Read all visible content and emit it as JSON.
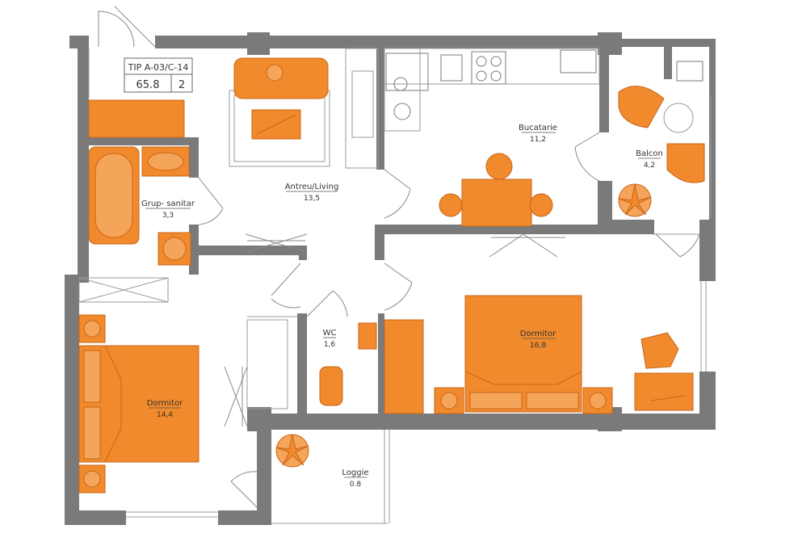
{
  "apartment": {
    "type_code": "TIP A-03/C-14",
    "total_area": "65.8",
    "room_count": "2"
  },
  "rooms": {
    "bathroom": {
      "name": "Grup- sanitar",
      "area": "3,3"
    },
    "hall_living": {
      "name": "Antreu/Living",
      "area": "13,5"
    },
    "kitchen": {
      "name": "Bucatarie",
      "area": "11,2"
    },
    "balcony": {
      "name": "Balcon",
      "area": "4,2"
    },
    "wc": {
      "name": "WC",
      "area": "1,6"
    },
    "bedroom_main": {
      "name": "Dormitor",
      "area": "16,8"
    },
    "bedroom_second": {
      "name": "Dormitor",
      "area": "14,4"
    },
    "loggia": {
      "name": "Loggie",
      "area": "0.8"
    }
  },
  "colors": {
    "wall": "#7a7a7a",
    "furniture": "#f08a2c",
    "furniture_stroke": "#c9651a",
    "line": "#6e6e6e",
    "text": "#333333"
  }
}
